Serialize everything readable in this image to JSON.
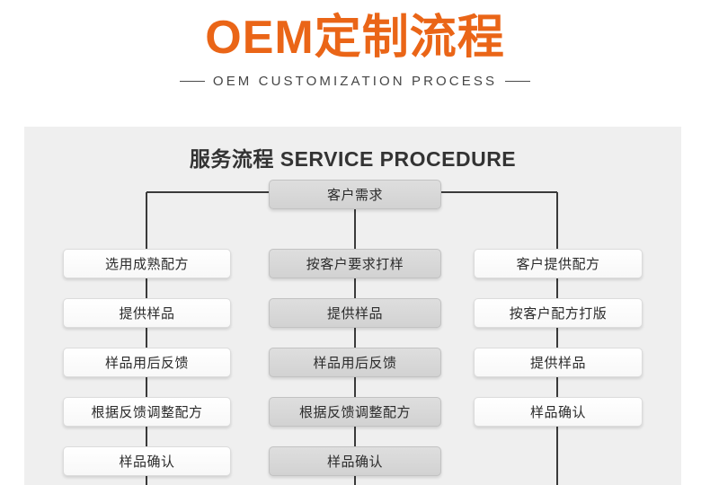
{
  "header": {
    "title": "OEM定制流程",
    "subtitle": "OEM CUSTOMIZATION PROCESS",
    "title_color": "#ea6517",
    "subtitle_color": "#464646"
  },
  "panel": {
    "heading": "服务流程 SERVICE PROCEDURE",
    "background_color": "#efefef"
  },
  "flow": {
    "root": {
      "label": "客户需求"
    },
    "columns": [
      {
        "id": "left",
        "style": "white",
        "steps": [
          {
            "label": "选用成熟配方"
          },
          {
            "label": "提供样品"
          },
          {
            "label": "样品用后反馈"
          },
          {
            "label": "根据反馈调整配方"
          },
          {
            "label": "样品确认"
          }
        ]
      },
      {
        "id": "center",
        "style": "grey",
        "steps": [
          {
            "label": "按客户要求打样"
          },
          {
            "label": "提供样品"
          },
          {
            "label": "样品用后反馈"
          },
          {
            "label": "根据反馈调整配方"
          },
          {
            "label": "样品确认"
          }
        ]
      },
      {
        "id": "right",
        "style": "white",
        "steps": [
          {
            "label": "客户提供配方"
          },
          {
            "label": "按客户配方打版"
          },
          {
            "label": "提供样品"
          },
          {
            "label": "样品确认"
          }
        ]
      }
    ]
  }
}
